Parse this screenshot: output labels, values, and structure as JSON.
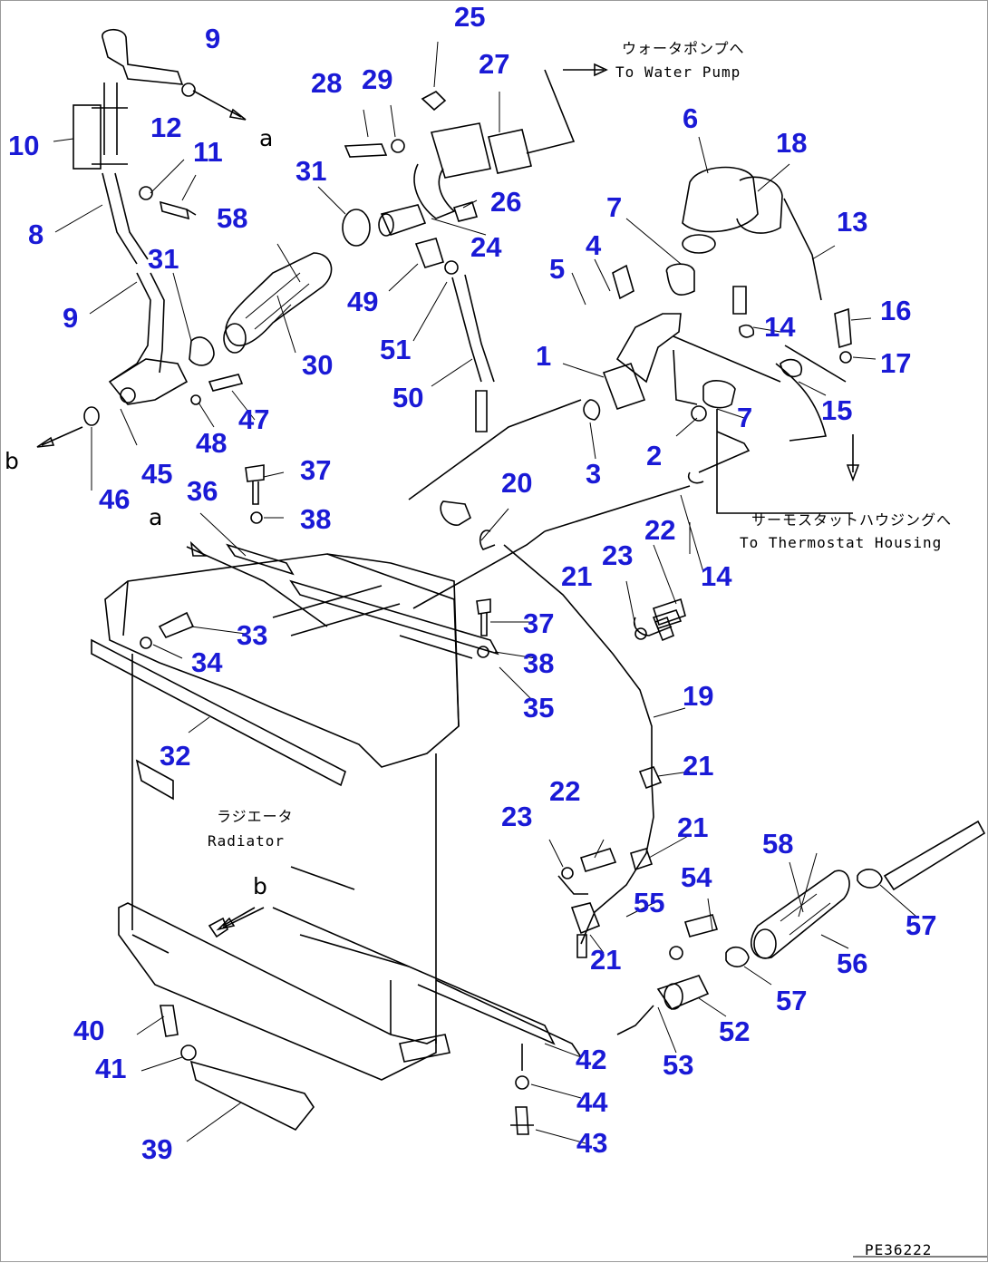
{
  "labels": [
    "1",
    "2",
    "3",
    "4",
    "5",
    "6",
    "7",
    "7",
    "8",
    "9",
    "9",
    "10",
    "11",
    "12",
    "13",
    "14",
    "14",
    "15",
    "16",
    "17",
    "18",
    "19",
    "20",
    "21",
    "21",
    "21",
    "21",
    "22",
    "22",
    "23",
    "23",
    "24",
    "25",
    "26",
    "27",
    "28",
    "29",
    "30",
    "31",
    "31",
    "32",
    "33",
    "34",
    "35",
    "36",
    "37",
    "37",
    "38",
    "38",
    "39",
    "40",
    "41",
    "42",
    "43",
    "44",
    "45",
    "46",
    "47",
    "48",
    "49",
    "50",
    "51",
    "52",
    "53",
    "54",
    "55",
    "56",
    "57",
    "57",
    "58",
    "58"
  ],
  "refs": {
    "a1": "a",
    "a2": "a",
    "b1": "b",
    "b2": "b"
  },
  "notes": {
    "water_pump_jp": "ウォータポンプへ",
    "water_pump_en": "To Water Pump",
    "thermostat_jp": "サーモスタットハウジングへ",
    "thermostat_en": "To Thermostat Housing",
    "radiator_jp": "ラジエータ",
    "radiator_en": "Radiator"
  },
  "drawing_code": "PE36222"
}
